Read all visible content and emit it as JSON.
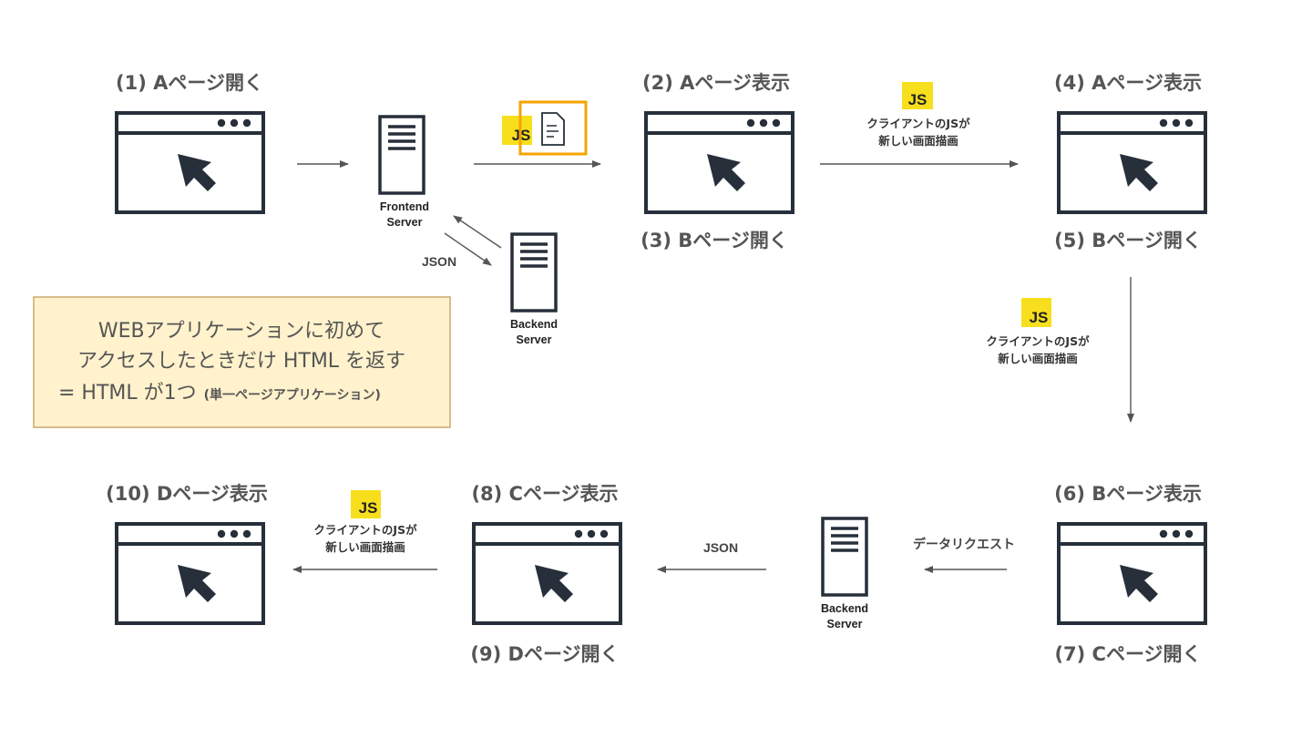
{
  "steps": {
    "s1": "(1) Aページ開く",
    "s2": "(2) Aページ表示",
    "s3": "(3) Bページ開く",
    "s4": "(4) Aページ表示",
    "s5": "(5) Bページ開く",
    "s6": "(6) Bページ表示",
    "s7": "(7) Cページ開く",
    "s8": "(8) Cページ表示",
    "s9": "(9) Dページ開く",
    "s10": "(10) Dページ表示"
  },
  "servers": {
    "frontend": [
      "Frontend",
      "Server"
    ],
    "backend_top": [
      "Backend",
      "Server"
    ],
    "backend_bottom": [
      "Backend",
      "Server"
    ]
  },
  "edges": {
    "json_top": "JSON",
    "json_bottom": "JSON",
    "data_request": "データリクエスト"
  },
  "js_badge": "JS",
  "client_render": [
    "クライアントのJSが",
    "新しい画面描画"
  ],
  "note": {
    "line1": "WEBアプリケーションに初めて",
    "line2": "アクセスしたときだけ HTML を返す",
    "line3": "= HTML が1つ",
    "line3_small": "(単一ページアプリケーション)"
  },
  "colors": {
    "js_yellow": "#F7DF1E",
    "highlight_orange": "#F5A300",
    "note_bg": "#FFF2CC",
    "note_border": "#C8A96E",
    "icon_dark": "#262F3A"
  }
}
